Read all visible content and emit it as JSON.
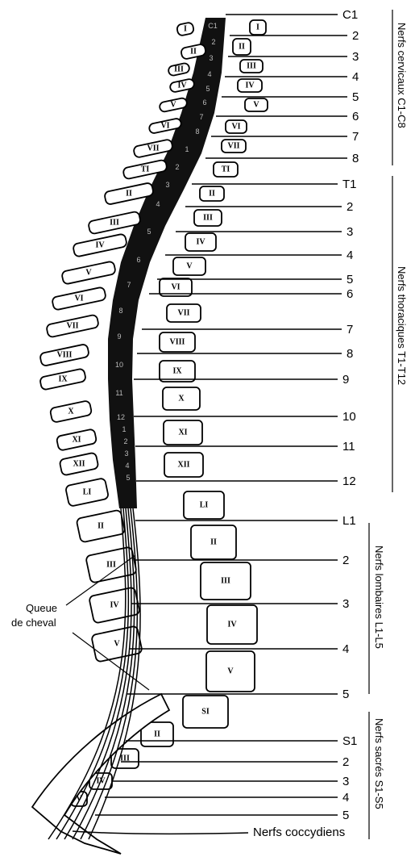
{
  "regions": [
    {
      "label": "Nerfs cervicaux C1-C8",
      "nerves": [
        "C1",
        "2",
        "3",
        "4",
        "5",
        "6",
        "7",
        "8"
      ],
      "vertebrae": [
        "I",
        "II",
        "III",
        "IV",
        "V",
        "VI",
        "VII"
      ]
    },
    {
      "label": "Nerfs thoraciques T1-T12",
      "nerves": [
        "T1",
        "2",
        "3",
        "4",
        "5",
        "6",
        "7",
        "8",
        "9",
        "10",
        "11",
        "12"
      ],
      "vertebrae": [
        "TI",
        "II",
        "III",
        "IV",
        "V",
        "VI",
        "VII",
        "VIII",
        "IX",
        "X",
        "XI",
        "XII"
      ]
    },
    {
      "label": "Nerfs lombaires L1-L5",
      "nerves": [
        "L1",
        "2",
        "3",
        "4",
        "5"
      ],
      "vertebrae": [
        "LI",
        "II",
        "III",
        "IV",
        "V"
      ]
    },
    {
      "label": "Nerfs sacrés S1-S5",
      "nerves": [
        "S1",
        "2",
        "3",
        "4",
        "5"
      ],
      "vertebrae": [
        "SI",
        "II",
        "III",
        "IV",
        "V"
      ]
    }
  ],
  "coccygeal_label": "Nerfs coccydiens",
  "cauda_equina_label": [
    "Queue",
    "de cheval"
  ],
  "rib_labels": [
    "I",
    "II",
    "III",
    "IV",
    "V",
    "VI",
    "VII",
    "TI",
    "II",
    "III",
    "IV",
    "V",
    "VI",
    "VII",
    "VIII",
    "IX",
    "X",
    "XI",
    "XII",
    "LI",
    "II",
    "III",
    "IV",
    "V"
  ],
  "cord_segments": [
    "C1",
    "2",
    "3",
    "4",
    "5",
    "6",
    "7",
    "8",
    "1",
    "2",
    "3",
    "4",
    "5",
    "6",
    "7",
    "8",
    "9",
    "10",
    "11",
    "12",
    "1",
    "2",
    "3",
    "4",
    "5"
  ]
}
